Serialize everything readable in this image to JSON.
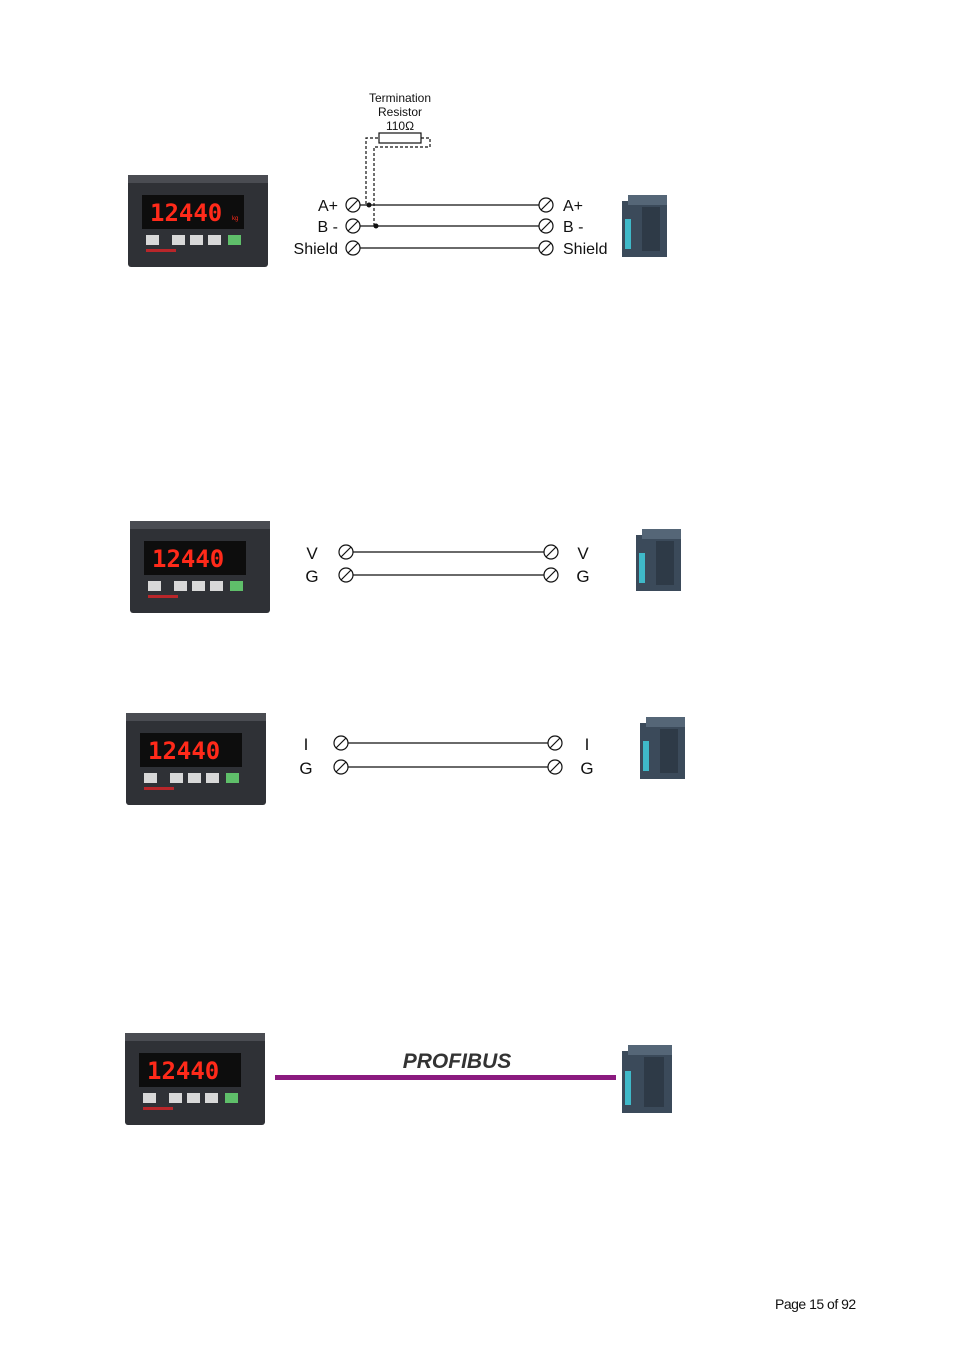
{
  "meter": {
    "display": "12440",
    "unit": "kg"
  },
  "diagrams": {
    "rs485": {
      "resistor_title_1": "Termination",
      "resistor_title_2": "Resistor",
      "resistor_value": "110Ω",
      "left_labels": [
        "A+",
        "B -",
        "Shield"
      ],
      "right_labels": [
        "A+",
        "B -",
        "Shield"
      ]
    },
    "voltage": {
      "left_labels": [
        "V",
        "G"
      ],
      "right_labels": [
        "V",
        "G"
      ]
    },
    "current": {
      "left_labels": [
        "I",
        "G"
      ],
      "right_labels": [
        "I",
        "G"
      ]
    },
    "profibus": {
      "label": "PROFIBUS",
      "line_color": "#8b1a7f"
    }
  },
  "colors": {
    "meter_body": "#2f3136",
    "display_red": "#ff2a1a",
    "plc_body": "#3b4a5a",
    "plc_accent": "#3fb9c9"
  },
  "footer": {
    "page_label": "Page 15 of 92"
  }
}
